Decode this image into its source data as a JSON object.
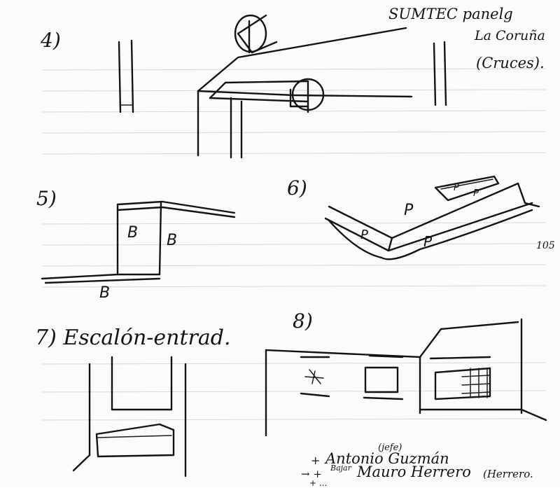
{
  "header": {
    "line1": "SUMTEC panelg",
    "line2": "La Coruña",
    "line3": "(Cruces)."
  },
  "sketch_numbers": [
    "4)",
    "5)",
    "6)",
    "8)"
  ],
  "caption_7": "7) Escalón-entrad.",
  "labels": {
    "sketch5": [
      "B",
      "B",
      "B"
    ],
    "sketch6": [
      "P",
      "P",
      "P",
      "P",
      "P"
    ]
  },
  "page_number": "105",
  "notes": {
    "line1_prefix": "+",
    "line1": "Antonio Guzmán",
    "line1_note": "(jefe)",
    "line2_prefix": "→ +",
    "line2_small": "Bajar",
    "line2": "Mauro Herrero",
    "line2_note": "(Herrero.",
    "line3": "+ ..."
  }
}
